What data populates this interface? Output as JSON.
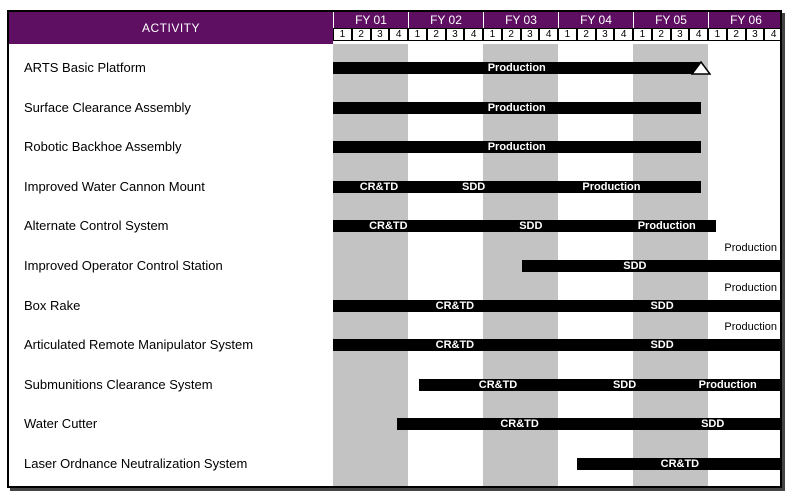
{
  "header": {
    "activity_label": "ACTIVITY",
    "fiscal_years": [
      "FY 01",
      "FY 02",
      "FY 03",
      "FY 04",
      "FY 05",
      "FY 06"
    ],
    "quarters": [
      "1",
      "2",
      "3",
      "4"
    ]
  },
  "colors": {
    "header": "#5e0f62",
    "shade": "#c3c3c3",
    "bar": "#000000",
    "bar_text": "#ffffff"
  },
  "shaded_fiscal_years": [
    "FY 01",
    "FY 03",
    "FY 05"
  ],
  "activities": [
    {
      "name": "ARTS Basic Platform",
      "phases": [
        {
          "label": "Production",
          "start": 0,
          "end": 19.6
        }
      ],
      "milestone": {
        "type": "triangle",
        "at": 19.6
      }
    },
    {
      "name": "Surface Clearance Assembly",
      "phases": [
        {
          "label": "Production",
          "start": 0,
          "end": 19.6
        }
      ]
    },
    {
      "name": "Robotic Backhoe Assembly",
      "phases": [
        {
          "label": "Production",
          "start": 0,
          "end": 19.6
        }
      ]
    },
    {
      "name": "Improved Water Cannon Mount",
      "phases": [
        {
          "label": "CR&TD",
          "start": 0,
          "end": 4.9
        },
        {
          "label": "SDD",
          "start": 4.9,
          "end": 10.1
        },
        {
          "label": "Production",
          "start": 10.1,
          "end": 19.6
        }
      ]
    },
    {
      "name": "Alternate Control System",
      "phases": [
        {
          "label": "CR&TD",
          "start": 0,
          "end": 5.9
        },
        {
          "label": "SDD",
          "start": 5.9,
          "end": 15.2
        },
        {
          "label": "Production",
          "start": 15.2,
          "end": 20.4
        }
      ]
    },
    {
      "name": "Improved Operator Control Station",
      "phases": [
        {
          "label": "SDD",
          "start": 10.1,
          "end": 22.1
        },
        {
          "label": "Production",
          "start": 22.1,
          "end": 24,
          "label_above": true
        }
      ]
    },
    {
      "name": "Box Rake",
      "phases": [
        {
          "label": "CR&TD",
          "start": 0,
          "end": 13.0
        },
        {
          "label": "SDD",
          "start": 13.0,
          "end": 22.1
        },
        {
          "label": "Production",
          "start": 22.1,
          "end": 24,
          "label_above": true
        }
      ]
    },
    {
      "name": "Articulated Remote Manipulator System",
      "phases": [
        {
          "label": "CR&TD",
          "start": 0,
          "end": 13.0
        },
        {
          "label": "SDD",
          "start": 13.0,
          "end": 22.1
        },
        {
          "label": "Production",
          "start": 22.1,
          "end": 24,
          "label_above": true
        }
      ]
    },
    {
      "name": "Submunitions Clearance System",
      "phases": [
        {
          "label": "CR&TD",
          "start": 4.6,
          "end": 13.0
        },
        {
          "label": "SDD",
          "start": 13.0,
          "end": 18.1
        },
        {
          "label": "Production",
          "start": 18.1,
          "end": 24
        }
      ]
    },
    {
      "name": "Water Cutter",
      "phases": [
        {
          "label": "CR&TD",
          "start": 3.4,
          "end": 16.5
        },
        {
          "label": "SDD",
          "start": 16.5,
          "end": 24
        }
      ]
    },
    {
      "name": "Laser Ordnance Neutralization System",
      "phases": [
        {
          "label": "CR&TD",
          "start": 13.0,
          "end": 24
        }
      ]
    }
  ]
}
